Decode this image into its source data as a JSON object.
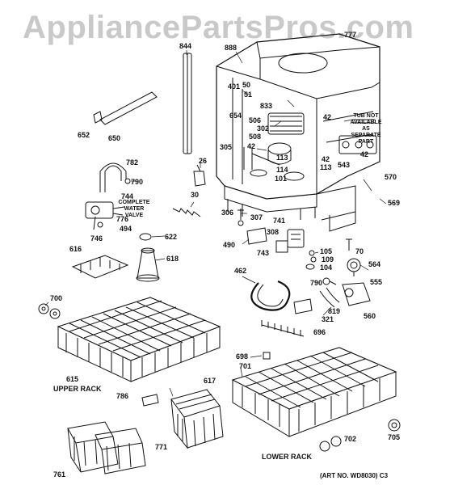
{
  "watermark": "AppliancePartsPros.com",
  "art_number": "(ART NO. WD8030) C3",
  "notes": {
    "tub_line1": "TUB NOT",
    "tub_line2": "AVAILABLE AS",
    "tub_line3": "SEPARATE PART",
    "valve_line1": "COMPLETE",
    "valve_line2": "WATER",
    "valve_line3": "VALVE"
  },
  "captions": {
    "upper_rack": "UPPER RACK",
    "lower_rack": "LOWER RACK"
  },
  "labels": {
    "p844": "844",
    "p888": "888",
    "p401": "401",
    "p50": "50",
    "p51": "51",
    "p833": "833",
    "p654": "654",
    "p506": "506",
    "p302": "302",
    "p508": "508",
    "p305": "305",
    "p42a": "42",
    "p42b": "42",
    "p42c": "42",
    "p42d": "42",
    "p113a": "113",
    "p113b": "113",
    "p114": "114",
    "p101": "101",
    "p543": "543",
    "p652": "652",
    "p650": "650",
    "p782": "782",
    "p790a": "790",
    "p26": "26",
    "p570": "570",
    "p569": "569",
    "p744": "744",
    "p30": "30",
    "p776": "776",
    "p494": "494",
    "p746": "746",
    "p306": "306",
    "p307": "307",
    "p741": "741",
    "p308": "308",
    "p490": "490",
    "p616": "616",
    "p622": "622",
    "p618": "618",
    "p743": "743",
    "p105": "105",
    "p109": "109",
    "p70": "70",
    "p104": "104",
    "p564": "564",
    "p462": "462",
    "p555": "555",
    "p790b": "790",
    "p700": "700",
    "p819": "819",
    "p321": "321",
    "p560": "560",
    "p696": "696",
    "p615": "615",
    "p698": "698",
    "p701": "701",
    "p786": "786",
    "p617": "617",
    "p771": "771",
    "p702": "702",
    "p705": "705",
    "p761": "761",
    "p777": "777"
  }
}
